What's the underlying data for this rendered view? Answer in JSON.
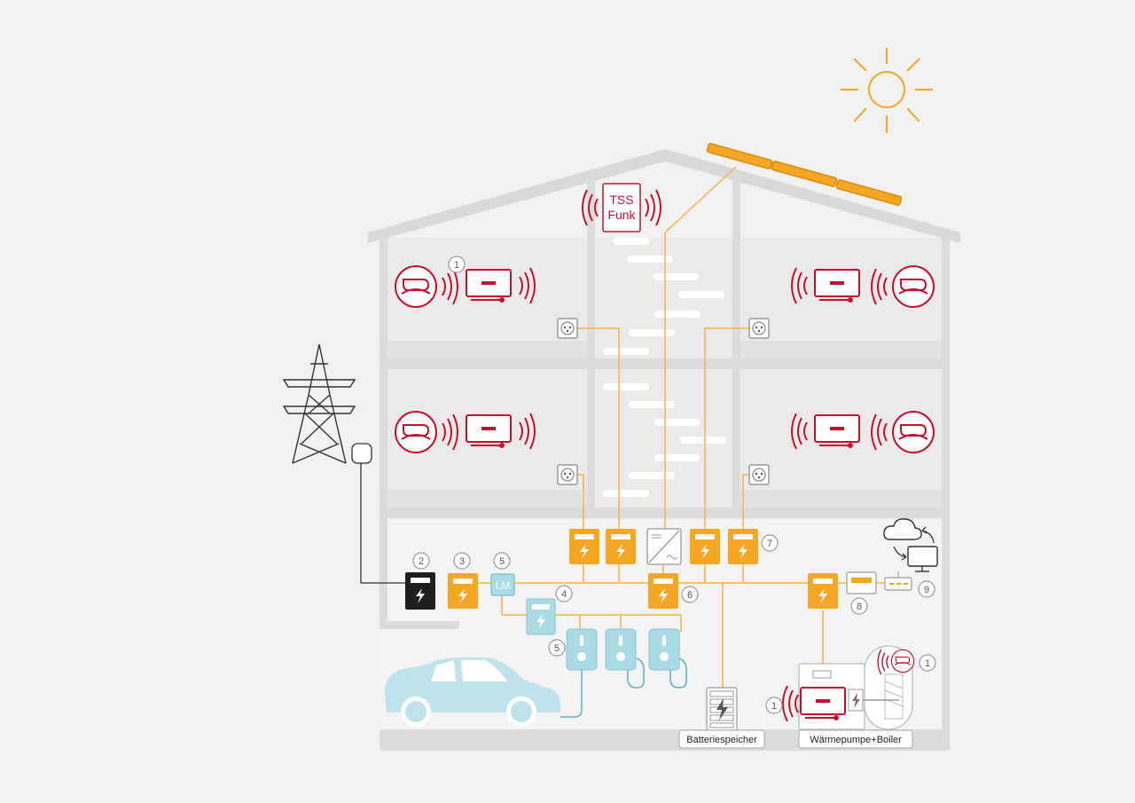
{
  "colors": {
    "background": "#f1f1f1",
    "house": "#dcdcdc",
    "accent_orange": "#f5a623",
    "line_orange": "#f3b348",
    "radio_red": "#c8102e",
    "ev_blue": "#a9dbe6",
    "dark": "#1f1f1f"
  },
  "labels": {
    "tss_line1": "TSS",
    "tss_line2": "Funk",
    "load_manager": "LM",
    "battery": "Batteriespeicher",
    "heatpump": "Wärmepumpe+Boiler"
  },
  "markers": {
    "m1": "1",
    "m2": "2",
    "m3": "3",
    "m4": "4",
    "m5": "5",
    "m6": "6",
    "m7": "7",
    "m8": "8",
    "m9": "9"
  },
  "icons": {
    "sun": "sun-icon",
    "pylon": "power-pylon-icon",
    "cloud": "cloud-icon",
    "monitor": "monitor-icon",
    "car": "electric-car-icon",
    "meter": "electric-meter-icon",
    "socket": "power-socket-icon"
  }
}
